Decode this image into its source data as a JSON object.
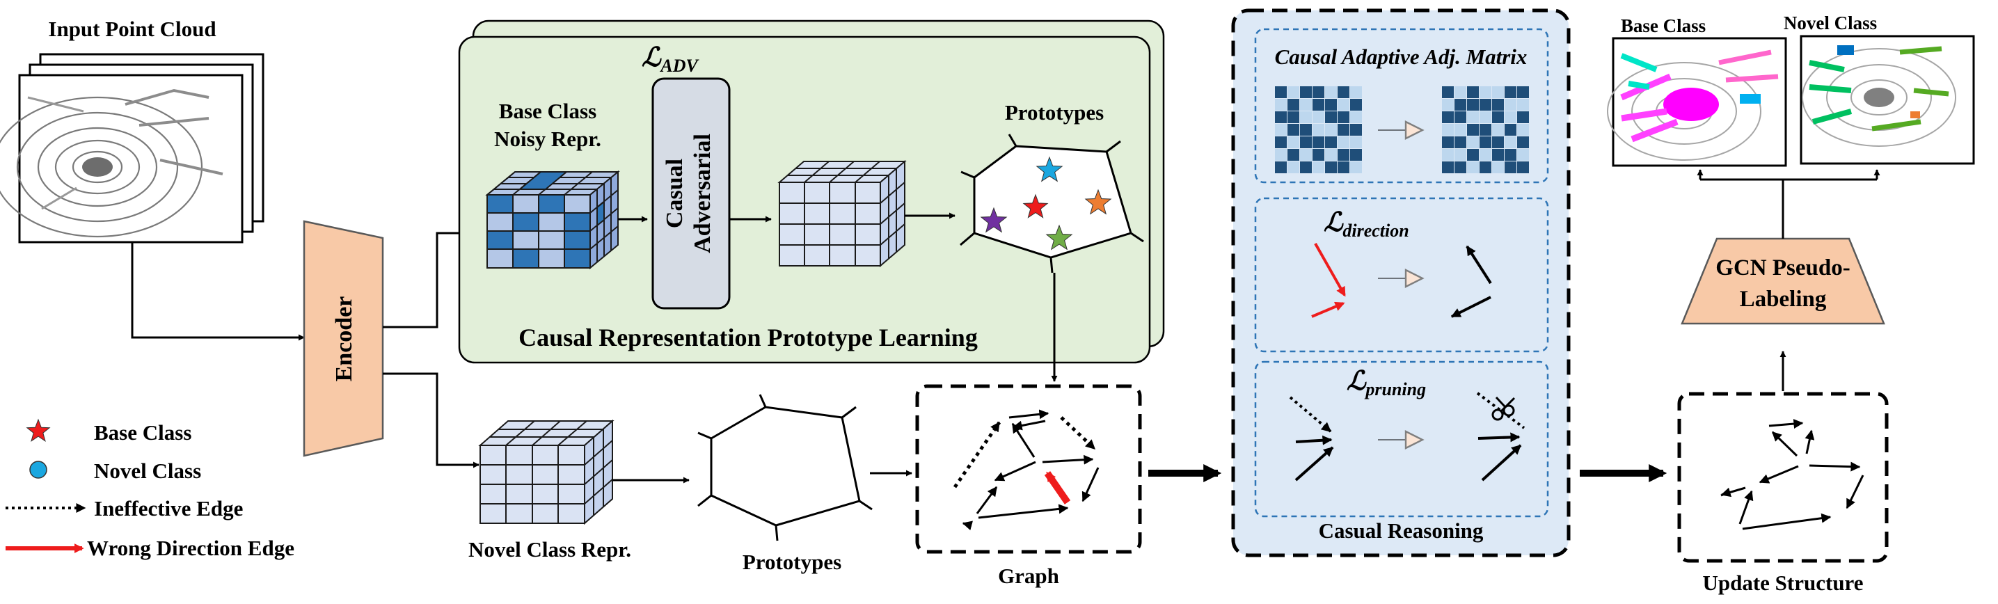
{
  "input": {
    "title": "Input Point Cloud"
  },
  "encoder": {
    "label": "Encoder"
  },
  "crpl": {
    "title": "Causal Representation Prototype Learning",
    "base_repr_line1": "Base Class",
    "base_repr_line2": "Noisy Repr.",
    "loss_adv_main": "ℒ",
    "loss_adv_sub": "ADV",
    "adversarial_line1": "Casual",
    "adversarial_line2": "Adversarial",
    "prototypes_label": "Prototypes"
  },
  "novel": {
    "repr_label": "Novel Class Repr.",
    "prototypes_label": "Prototypes"
  },
  "graph": {
    "label": "Graph"
  },
  "legend": {
    "base_class": "Base Class",
    "novel_class": "Novel Class",
    "ineffective_edge": "Ineffective Edge",
    "wrong_direction_edge": "Wrong Direction Edge"
  },
  "reasoning": {
    "title": "Casual Reasoning",
    "adj_title": "Causal Adaptive Adj. Matrix",
    "loss_main": "ℒ",
    "loss_direction_sub": "direction",
    "loss_pruning_sub": "pruning"
  },
  "update": {
    "label": "Update Structure"
  },
  "gcn": {
    "line1": "GCN Pseudo-",
    "line2": "Labeling"
  },
  "outputs": {
    "base_label": "Base Class",
    "novel_label": "Novel Class"
  },
  "colors": {
    "encoder": "#f8c9a7",
    "green_panel": "#e2efd9",
    "reasoning_panel": "#dde9f6",
    "adversarial": "#d6dce5",
    "base_star": "#ee1c1c",
    "novel_node": "#1aa7e0",
    "purple": "#7030a0",
    "orange": "#ed7d31",
    "green": "#70ad47",
    "cube_dark": "#2e75b6",
    "cube_light": "#b4c7e7",
    "matrix_dark": "#1f4e79",
    "matrix_light": "#bdd7ee"
  }
}
